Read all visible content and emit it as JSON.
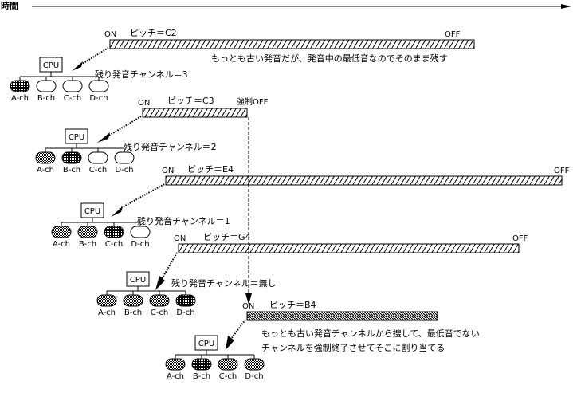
{
  "time_axis": {
    "label": "時間"
  },
  "colors": {
    "ink": "#000000",
    "background": "#ffffff"
  },
  "cpu_label": "CPU",
  "channel_labels": [
    "A-ch",
    "B-ch",
    "C-ch",
    "D-ch"
  ],
  "notes": [
    {
      "pitch": "ピッチ＝C2",
      "on": "ON",
      "off": "OFF",
      "bar_style": "hatched"
    },
    {
      "pitch": "ピッチ＝C3",
      "on": "ON",
      "off": "強制OFF",
      "bar_style": "hatched"
    },
    {
      "pitch": "ピッチ＝E4",
      "on": "ON",
      "off": "OFF",
      "bar_style": "hatched"
    },
    {
      "pitch": "ピッチ＝G4",
      "on": "ON",
      "off": "OFF",
      "bar_style": "hatched"
    },
    {
      "pitch": "ピッチ＝B4",
      "on": "ON",
      "off": "",
      "bar_style": "dense-hatched"
    }
  ],
  "stages": [
    {
      "remaining": "残り発音チャンネル＝3",
      "channel_states": [
        "active-new",
        "free",
        "free",
        "free"
      ]
    },
    {
      "remaining": "残り発音チャンネル＝2",
      "channel_states": [
        "active",
        "active-new",
        "free",
        "free"
      ]
    },
    {
      "remaining": "残り発音チャンネル＝1",
      "channel_states": [
        "active",
        "active",
        "active-new",
        "free"
      ]
    },
    {
      "remaining": "残り発音チャンネル＝無し",
      "channel_states": [
        "active",
        "active",
        "active",
        "active-new"
      ]
    },
    {
      "remaining": "",
      "channel_states": [
        "active",
        "active-new",
        "active",
        "active"
      ]
    }
  ],
  "annotations": {
    "c2_note": "もっとも古い発音だが、発音中の最低音なのでそのまま残す",
    "b4_note_line1": "もっとも古い発音チャンネルから捜して、最低音でない",
    "b4_note_line2": "チャンネルを強制終了させてそこに割り当てる"
  }
}
